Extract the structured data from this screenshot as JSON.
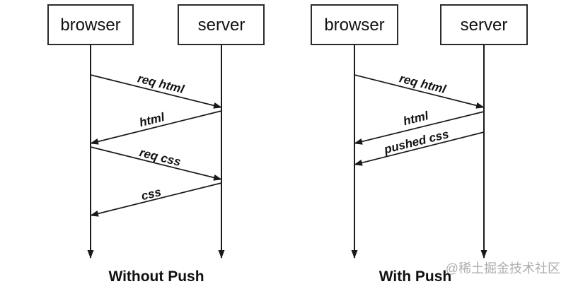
{
  "colors": {
    "line": "#1a1a1a",
    "box_border": "#2b2b2b",
    "text": "#111111",
    "watermark": "#adadad",
    "background": "#ffffff"
  },
  "diagrams": [
    {
      "title": "Without Push",
      "actors": [
        {
          "label": "browser"
        },
        {
          "label": "server"
        }
      ],
      "messages": [
        {
          "label": "req html",
          "from": "browser",
          "to": "server"
        },
        {
          "label": "html",
          "from": "server",
          "to": "browser"
        },
        {
          "label": "req css",
          "from": "browser",
          "to": "server"
        },
        {
          "label": "css",
          "from": "server",
          "to": "browser"
        }
      ]
    },
    {
      "title": "With Push",
      "actors": [
        {
          "label": "browser"
        },
        {
          "label": "server"
        }
      ],
      "messages": [
        {
          "label": "req html",
          "from": "browser",
          "to": "server"
        },
        {
          "label": "html",
          "from": "server",
          "to": "browser"
        },
        {
          "label": "pushed css",
          "from": "server",
          "to": "browser"
        }
      ]
    }
  ],
  "watermark": "@稀土掘金技术社区"
}
